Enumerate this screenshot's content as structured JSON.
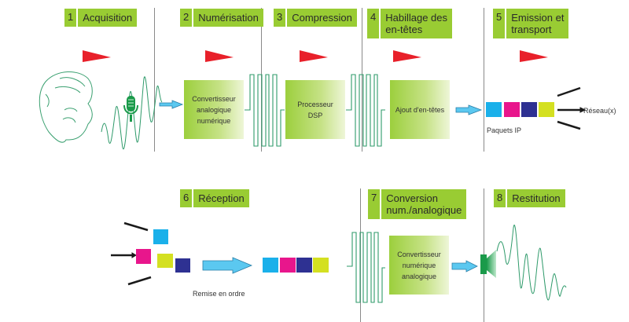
{
  "stages": [
    {
      "num": "1",
      "title": "Acquisition"
    },
    {
      "num": "2",
      "title": "Numérisation"
    },
    {
      "num": "3",
      "title": "Compression"
    },
    {
      "num": "4",
      "title": "Habillage des\nen-têtes"
    },
    {
      "num": "5",
      "title": "Emission et\ntransport"
    },
    {
      "num": "6",
      "title": "Réception"
    },
    {
      "num": "7",
      "title": "Conversion\nnum./analogique"
    },
    {
      "num": "8",
      "title": "Restitution"
    }
  ],
  "blocks": {
    "adc": "Convertisseur\nanalogique\nnumérique",
    "dsp": "Processeur\nDSP",
    "headers": "Ajout d'en-têtes",
    "dac": "Convertisseur\nnumérique\nanalogique"
  },
  "labels": {
    "ip_packets": "Paquets IP",
    "networks": "Réseau(x)",
    "reorder": "Remise en ordre"
  },
  "colors": {
    "stage_green": "#99cc33",
    "flag_red": "#e8202a",
    "arrow_blue": "#5bc8f0",
    "packet_cyan": "#1ab0ea",
    "packet_magenta": "#e8168c",
    "packet_navy": "#2e3192",
    "packet_yellow": "#d4e021",
    "signal_green": "#2e9a6a"
  }
}
